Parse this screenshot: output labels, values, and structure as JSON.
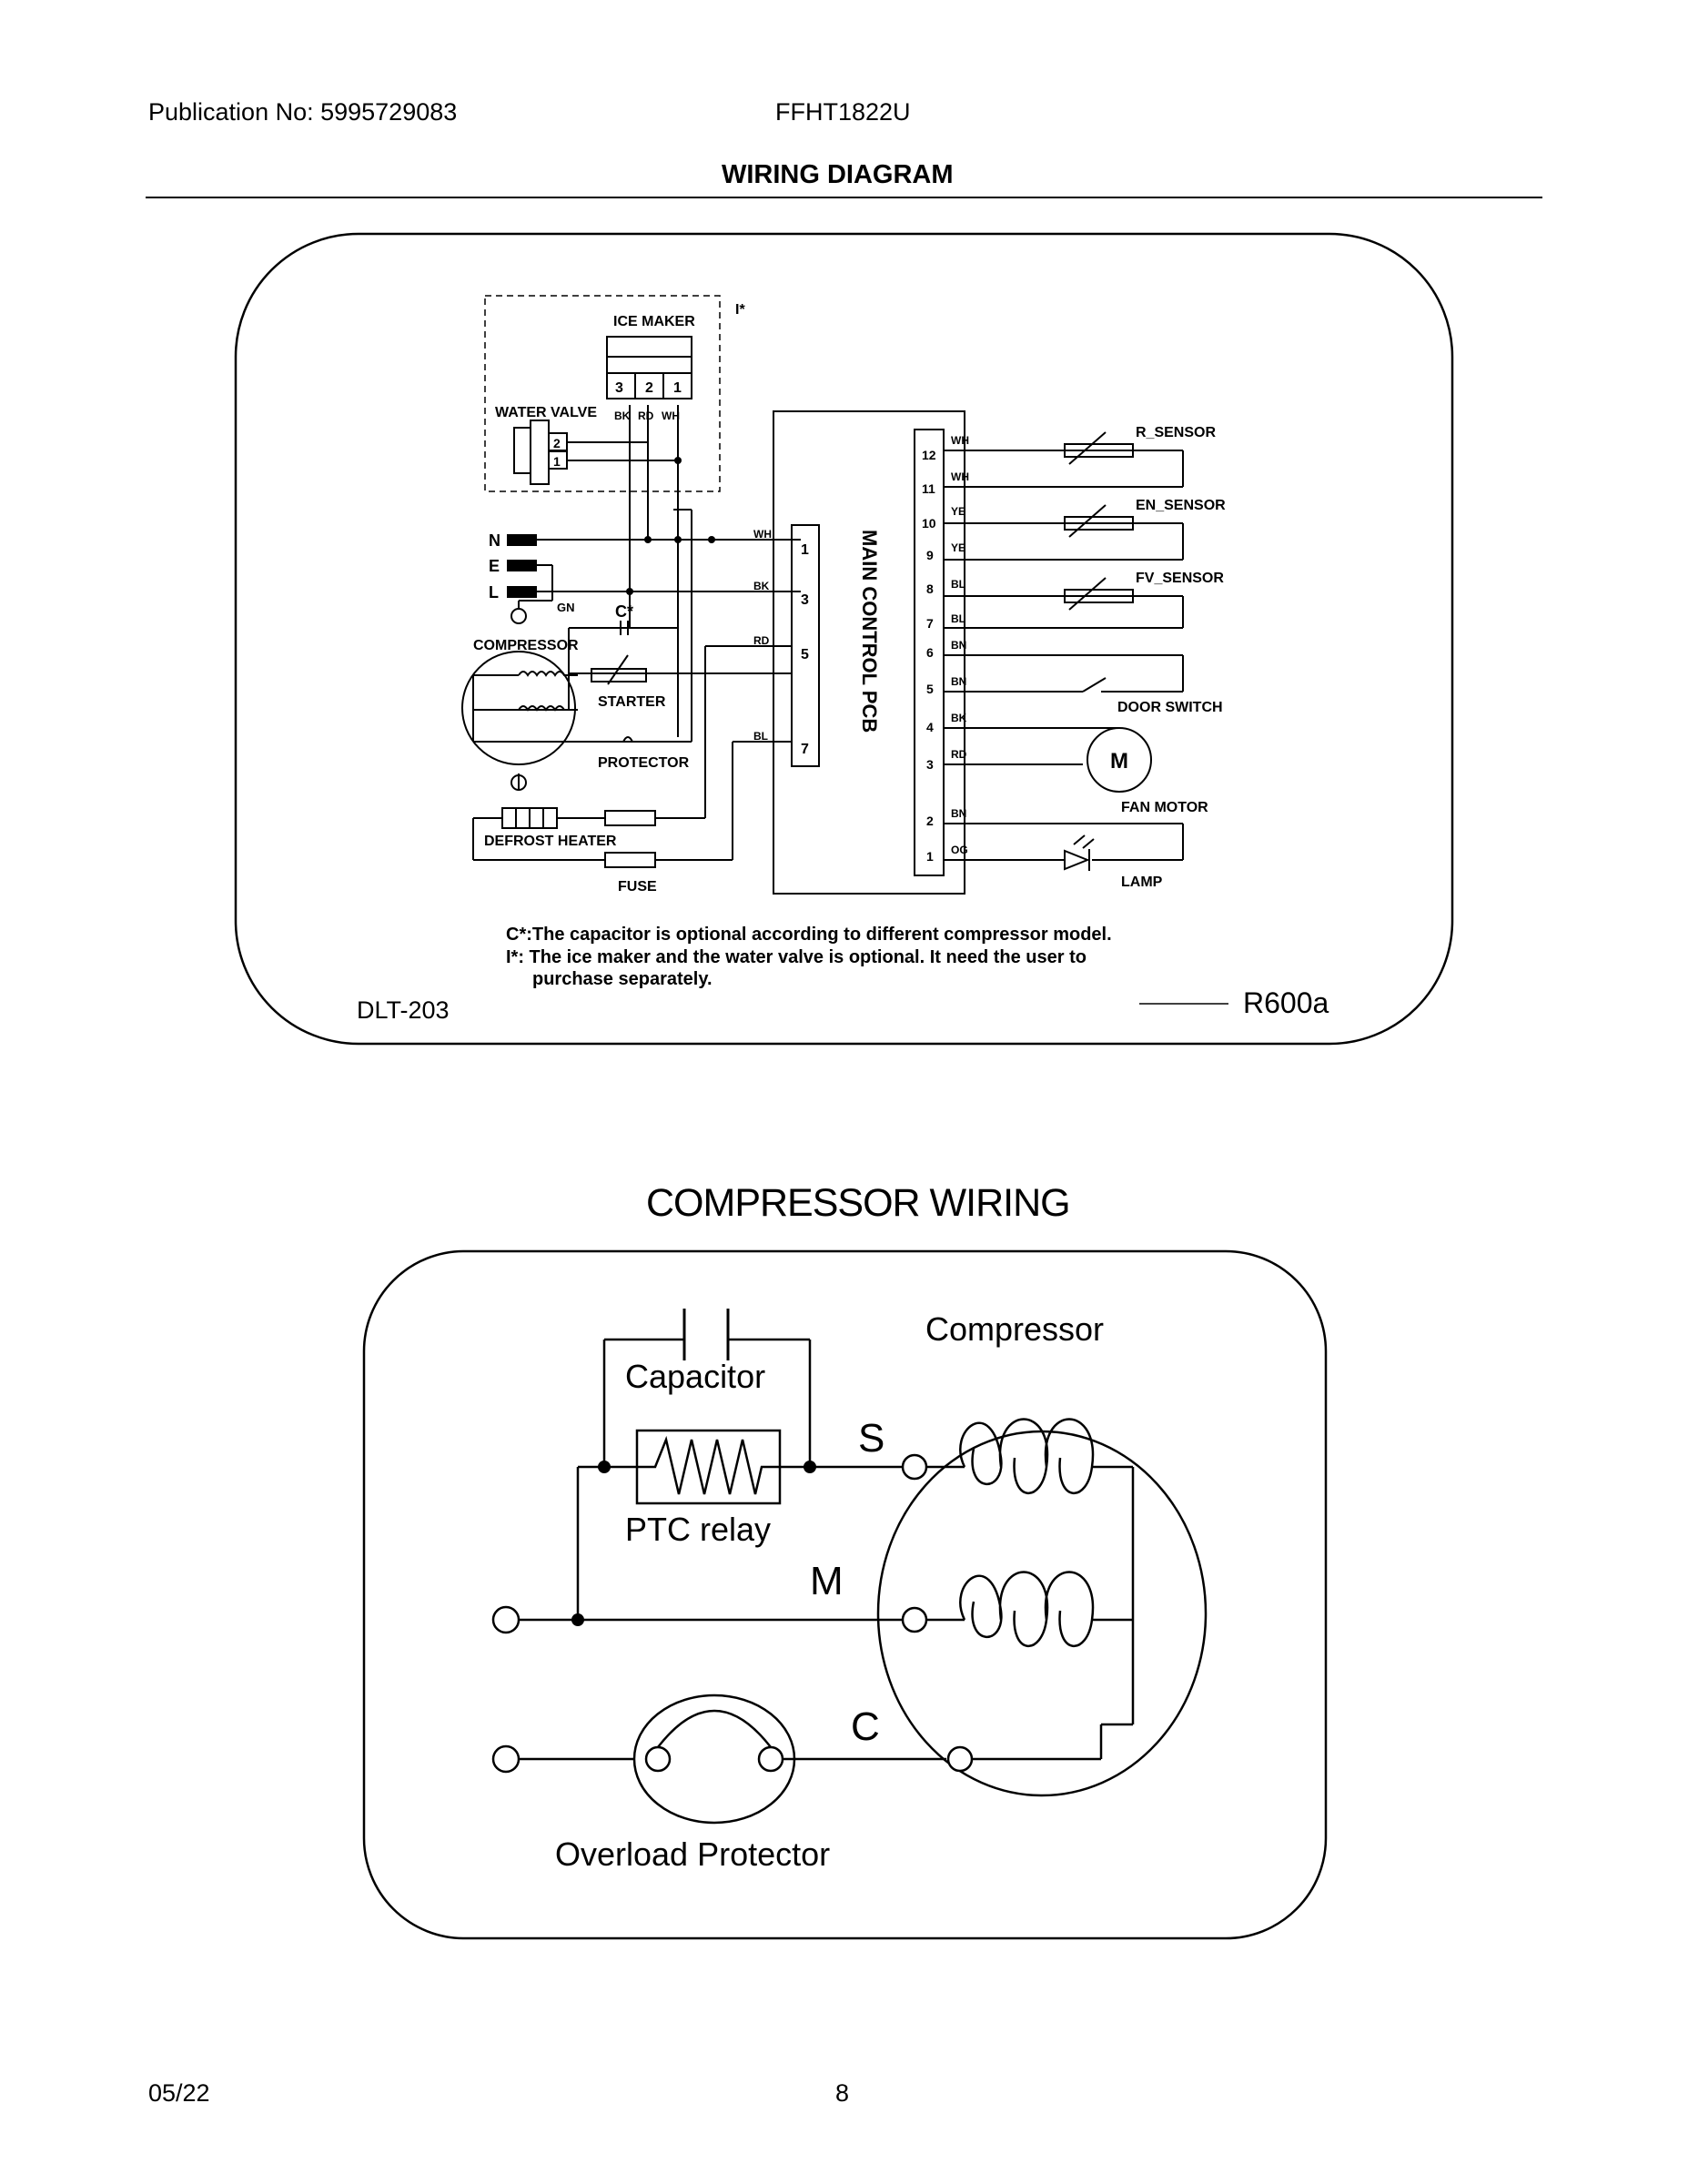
{
  "header": {
    "publication": "Publication No: 5995729083",
    "model": "FFHT1822U",
    "title": "WIRING DIAGRAM"
  },
  "wiring": {
    "ice_maker": "ICE MAKER",
    "optional_mark": "I*",
    "water_valve": "WATER VALVE",
    "ice_pins": [
      "3",
      "2",
      "1"
    ],
    "ice_wires": [
      "BK",
      "RD",
      "WH"
    ],
    "valve_pins": [
      "2",
      "1"
    ],
    "power_labels": [
      "N",
      "E",
      "L"
    ],
    "gn": "GN",
    "cap_mark": "C*",
    "compressor": "COMPRESSOR",
    "starter": "STARTER",
    "protector": "PROTECTOR",
    "defrost_heater": "DEFROST HEATER",
    "fuse": "FUSE",
    "pcb_label": "MAIN CONTROL PCB",
    "left_wires": [
      "WH",
      "BK",
      "RD",
      "BL"
    ],
    "left_pins": [
      "1",
      "3",
      "5",
      "7"
    ],
    "right_pins": [
      "12",
      "11",
      "10",
      "9",
      "8",
      "7",
      "6",
      "5",
      "4",
      "3",
      "2",
      "1"
    ],
    "right_wires": [
      "WH",
      "WH",
      "YE",
      "YE",
      "BL",
      "BL",
      "BN",
      "BN",
      "BK",
      "RD",
      "BN",
      "OG"
    ],
    "r_sensor": "R_SENSOR",
    "en_sensor": "EN_SENSOR",
    "fv_sensor": "FV_SENSOR",
    "door_switch": "DOOR SWITCH",
    "fan_motor": "FAN MOTOR",
    "motor_symbol": "M",
    "lamp": "LAMP",
    "note1": "C*:The capacitor is optional according to different compressor model.",
    "note2": "I*: The ice maker and the water valve is optional. It need the user to",
    "note3": "purchase separately.",
    "code": "DLT-203",
    "refrigerant": "R600a"
  },
  "compressor_wiring": {
    "title": "COMPRESSOR WIRING",
    "capacitor": "Capacitor",
    "compressor": "Compressor",
    "ptc": "PTC relay",
    "s": "S",
    "m": "M",
    "c": "C",
    "overload": "Overload Protector"
  },
  "footer": {
    "date": "05/22",
    "page": "8"
  }
}
